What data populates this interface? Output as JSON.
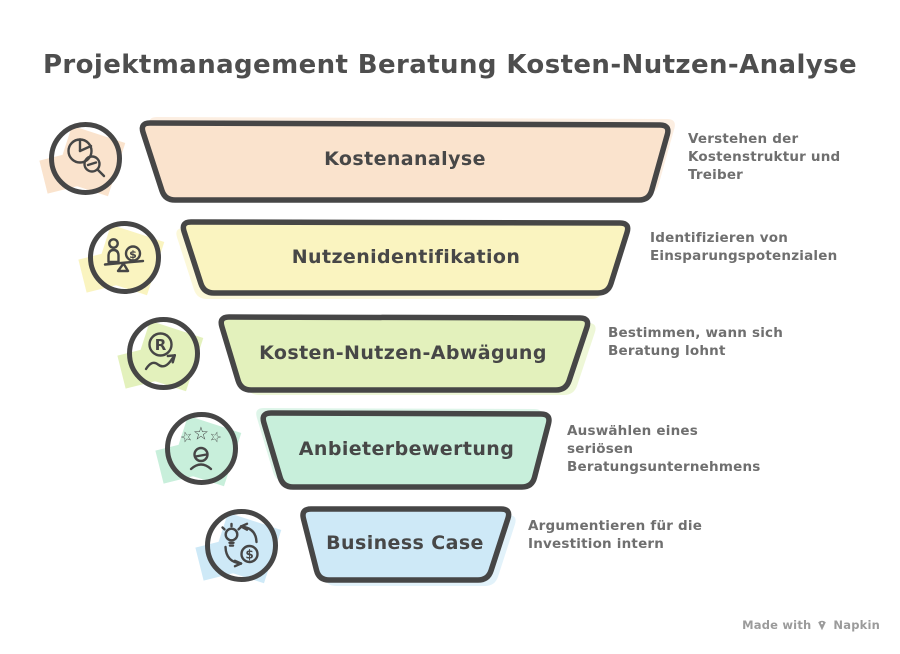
{
  "title": "Projektmanagement Beratung Kosten-Nutzen-Analyse",
  "colors": {
    "outline": "#464646",
    "title_text": "#4e4e4e",
    "label_text": "#474747",
    "description_text": "#6f6f6f",
    "watermark_text": "#9b9b9b"
  },
  "funnel": {
    "stages": [
      {
        "label": "Kostenanalyse",
        "description": "Verstehen der\nKostenstruktur und\nTreiber",
        "color": "#FAE3CD",
        "icon": "pie-chart-magnifier-icon"
      },
      {
        "label": "Nutzenidentifikation",
        "description": "Identifizieren von\nEinsparungspotenzialen",
        "color": "#FAF4C0",
        "icon": "person-money-balance-icon"
      },
      {
        "label": "Kosten-Nutzen-Abwägung",
        "description": "Bestimmen, wann sich\nBeratung lohnt",
        "color": "#E3F1BC",
        "icon": "roi-trend-arrow-icon"
      },
      {
        "label": "Anbieterbewertung",
        "description": "Auswählen eines\nseriösen\nBeratungsunternehmens",
        "color": "#C8EFDB",
        "icon": "star-rating-person-icon"
      },
      {
        "label": "Business Case",
        "description": "Argumentieren für die\nInvestition intern",
        "color": "#CEE9F7",
        "icon": "idea-money-cycle-icon"
      }
    ]
  },
  "glyphs": {
    "dollar": "$",
    "roi_letter": "R",
    "star": "☆"
  },
  "watermark": {
    "prefix": "Made with",
    "brand": "Napkin"
  }
}
